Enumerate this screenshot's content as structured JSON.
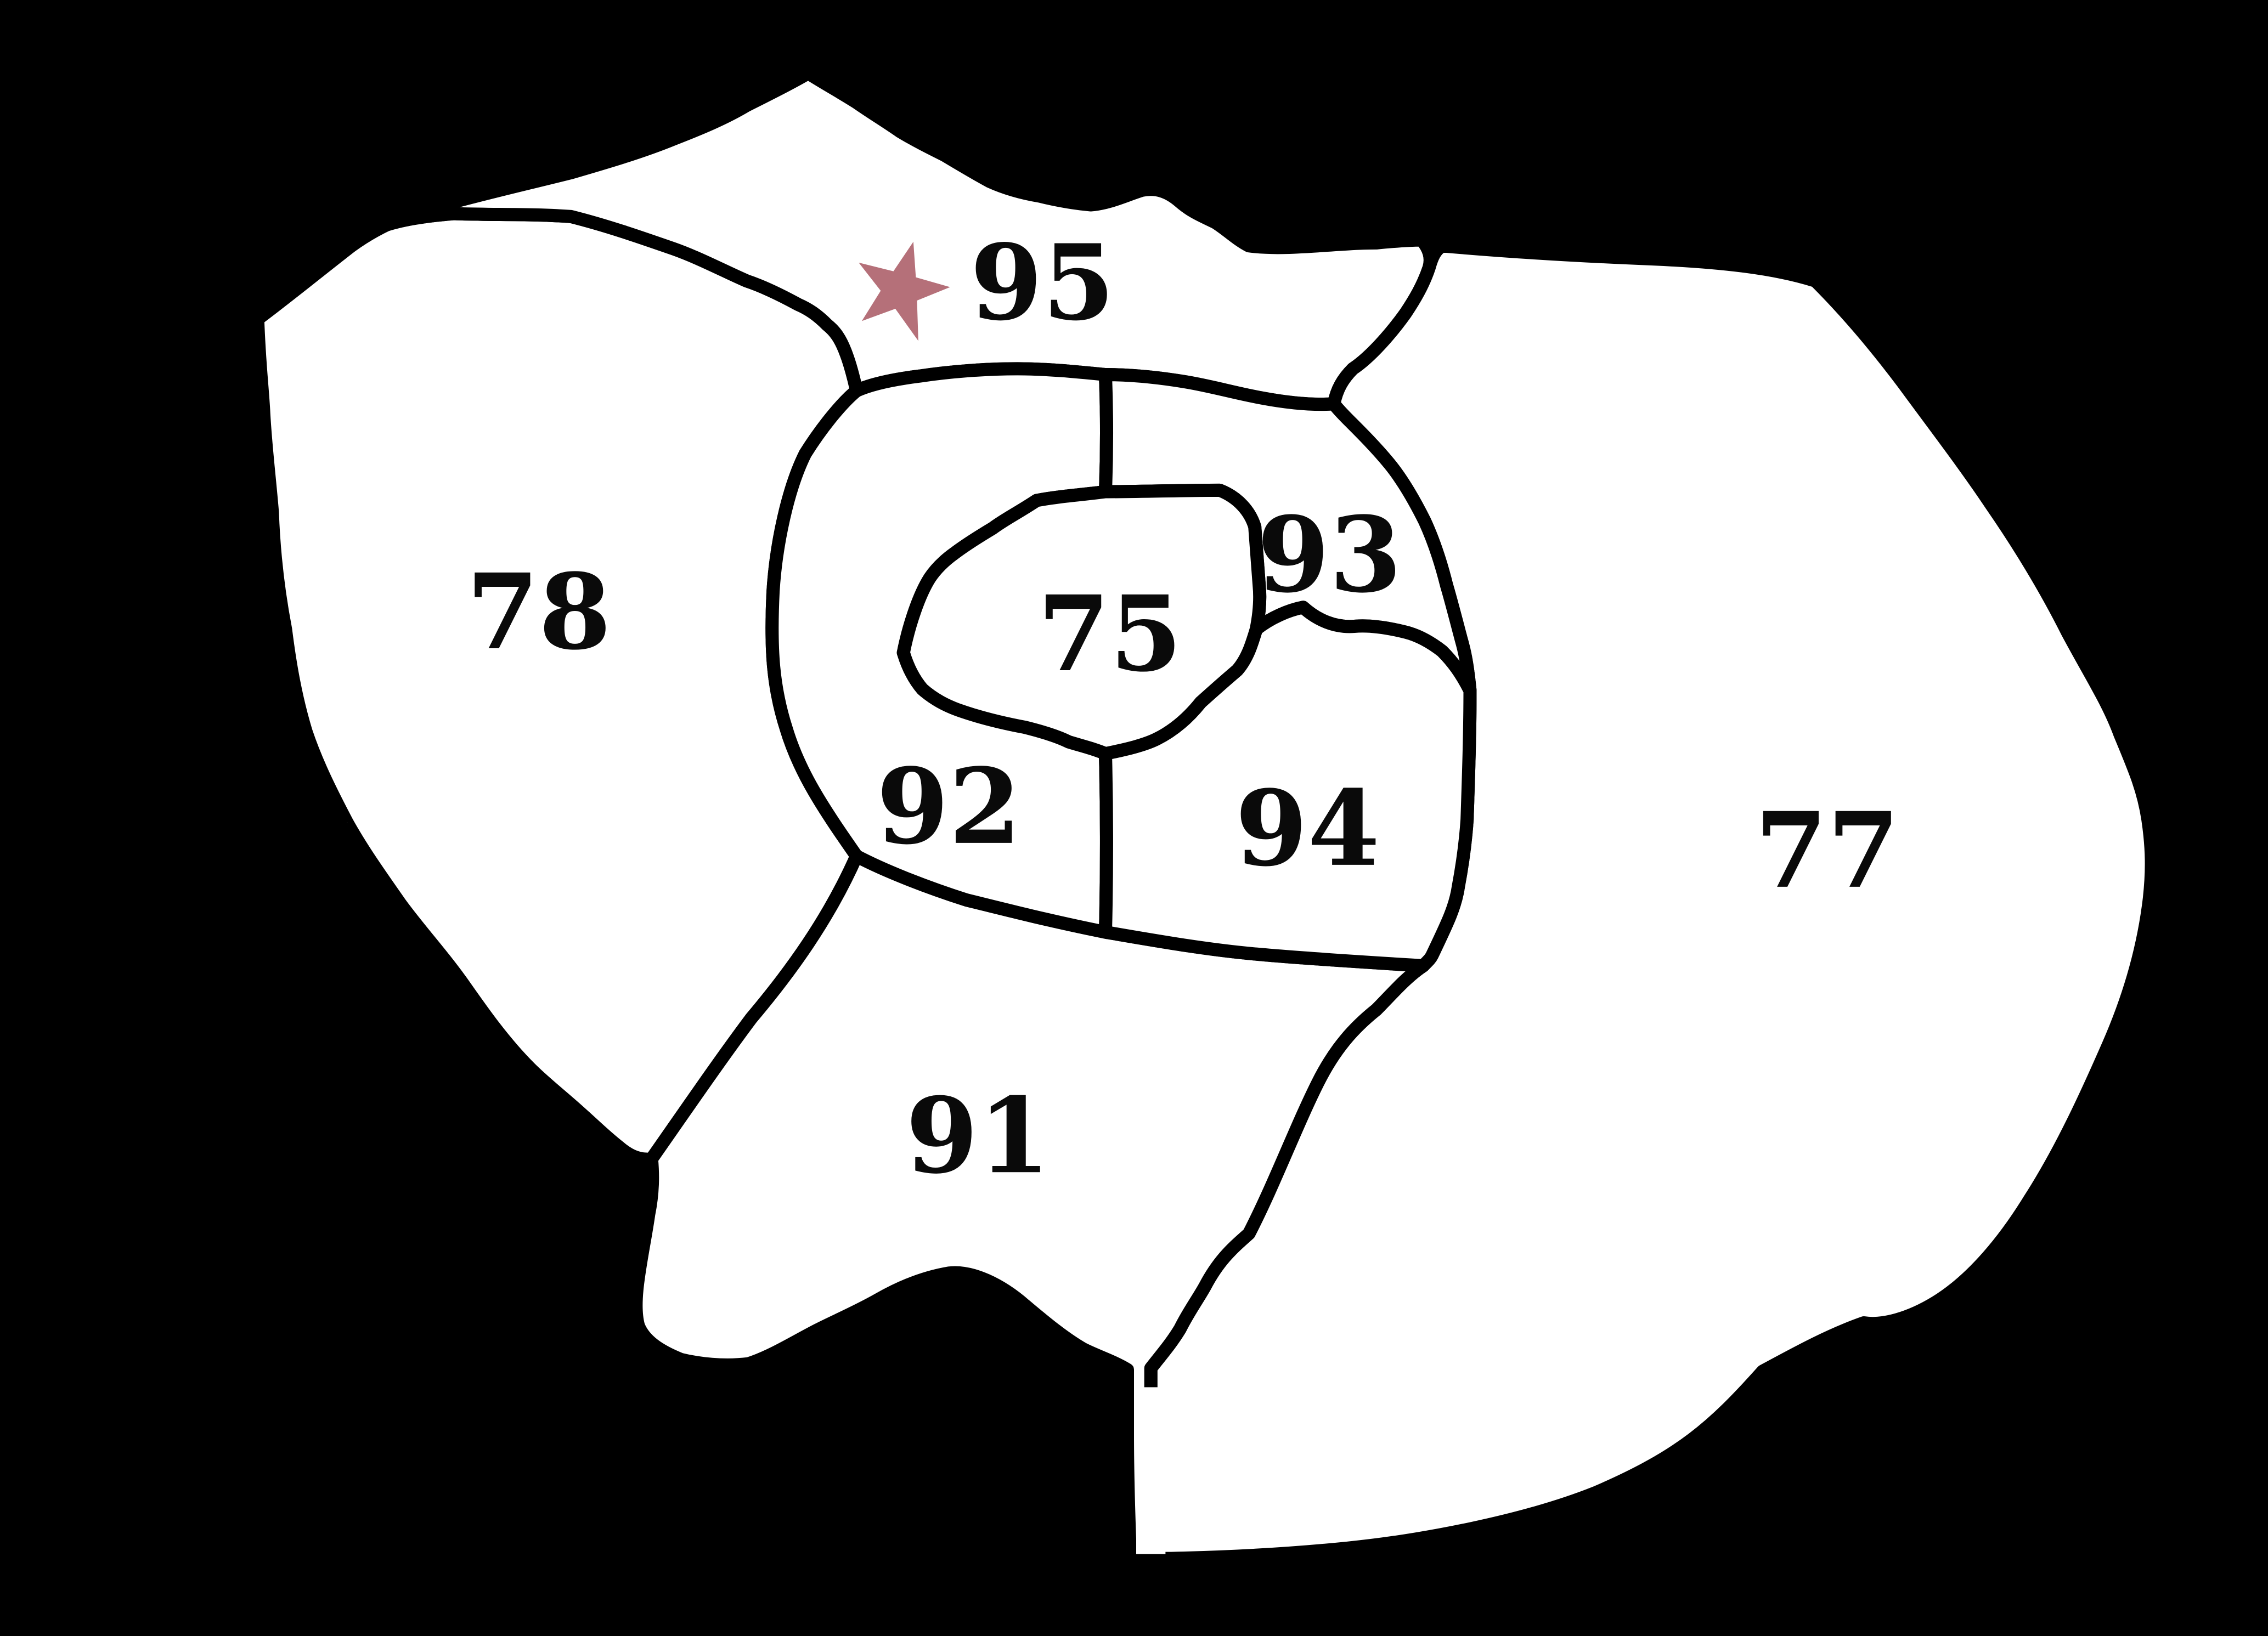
{
  "map": {
    "background_color": "#000000",
    "region_fill_color": "#ffffff",
    "border_color": "#000000",
    "label_color": "#0a0a0a",
    "marker": {
      "shape": "star",
      "color": "#b57079",
      "located_in_region": "95"
    },
    "regions": [
      {
        "code": "95"
      },
      {
        "code": "78"
      },
      {
        "code": "77"
      },
      {
        "code": "91"
      },
      {
        "code": "92"
      },
      {
        "code": "93"
      },
      {
        "code": "94"
      },
      {
        "code": "75"
      }
    ]
  }
}
